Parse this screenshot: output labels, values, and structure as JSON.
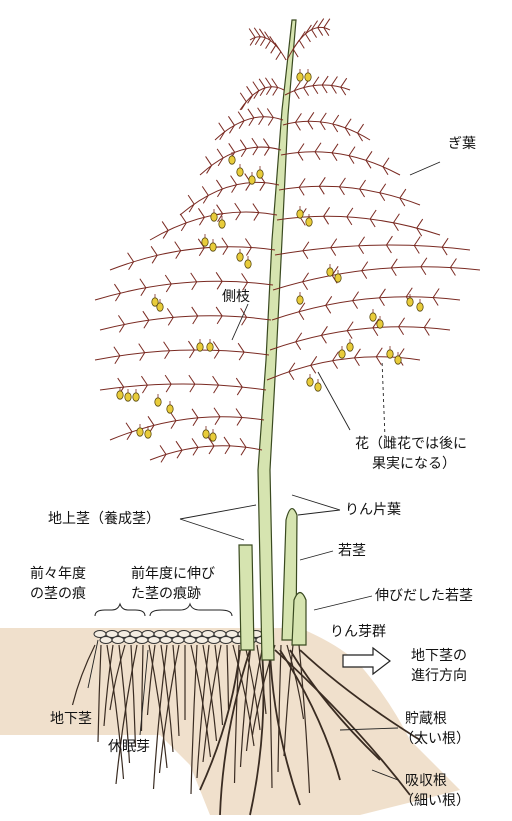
{
  "labels": {
    "gi_you": "ぎ葉",
    "sokushi": "側枝",
    "hana_line1": "花（雌花では後に",
    "hana_line2": "果実になる）",
    "chijoukei": "地上茎（養成茎）",
    "rinpenyou": "りん片葉",
    "wakakuki": "若茎",
    "zenzen_line1": "前々年度",
    "zenzen_line2": "の茎の痕",
    "zen_line1": "前年度に伸び",
    "zen_line2": "た茎の痕跡",
    "nobidashita": "伸びだした若茎",
    "ringagun": "りん芽群",
    "chikakei_dir_line1": "地下茎の",
    "chikakei_dir_line2": "進行方向",
    "chikakei": "地下茎",
    "kyuuminga": "休眠芽",
    "chozouкон_line1": "貯蔵根",
    "chozoukon_line2": "（太い根）",
    "kyuushuukon_line1": "吸収根",
    "kyuushuukon_line2": "（細い根）"
  },
  "colors": {
    "stem_fill": "#d6e4b0",
    "stem_line": "#3a4a20",
    "branch": "#7a2a22",
    "flower": "#e8cc3a",
    "soil": "#f0e0cc",
    "root": "#3a2c22"
  }
}
